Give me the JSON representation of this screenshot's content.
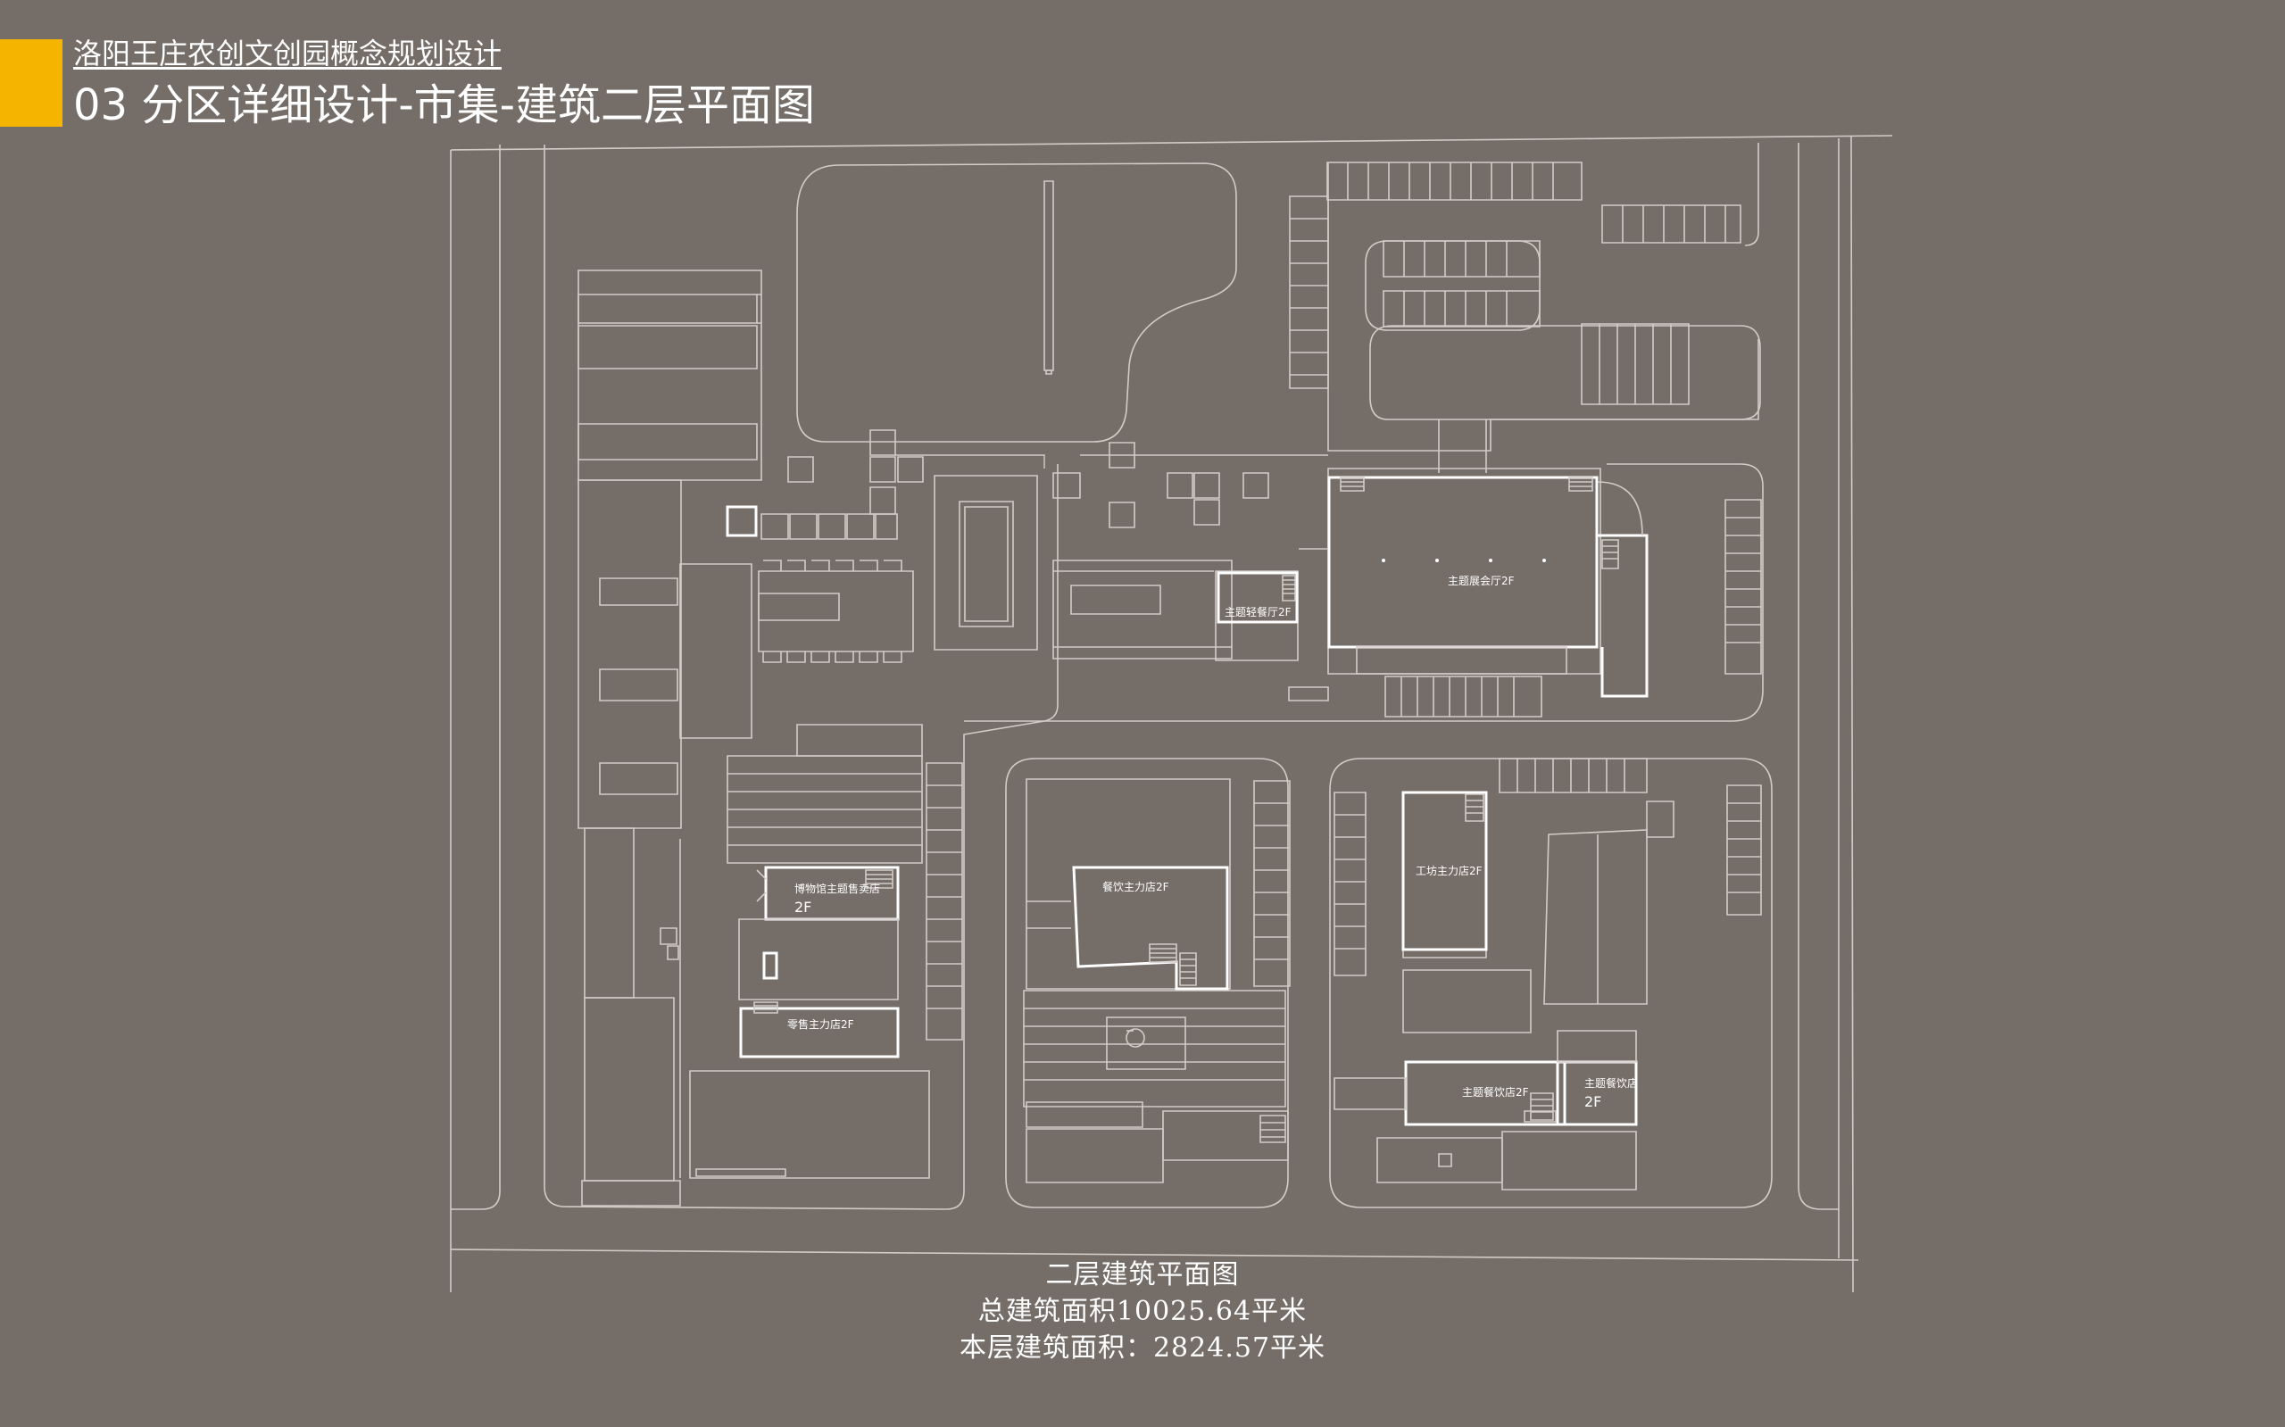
{
  "header": {
    "project_title": "洛阳王庄农创文创园概念规划设计",
    "section_title": "03 分区详细设计-市集-建筑二层平面图"
  },
  "colors": {
    "background": "#756d68",
    "accent": "#f5b400",
    "linework": "#d2ccc7",
    "wall": "#ffffff"
  },
  "plan_labels": {
    "main_hall": "主题展会厅2F",
    "pavilion": "主题轻餐厅2F",
    "west_top": "博物馆主题售卖店",
    "west_top_floor": "2F",
    "west_bottom": "零售主力店2F",
    "center": "餐饮主力店2F",
    "east_top": "工坊主力店2F",
    "east_bottom": "主题餐饮店2F",
    "east_bottom_right": "主题餐饮店",
    "east_bottom_right_floor": "2F"
  },
  "caption": {
    "line1": "二层建筑平面图",
    "line2": "总建筑面积10025.64平米",
    "line3": "本层建筑面积：2824.57平米"
  }
}
